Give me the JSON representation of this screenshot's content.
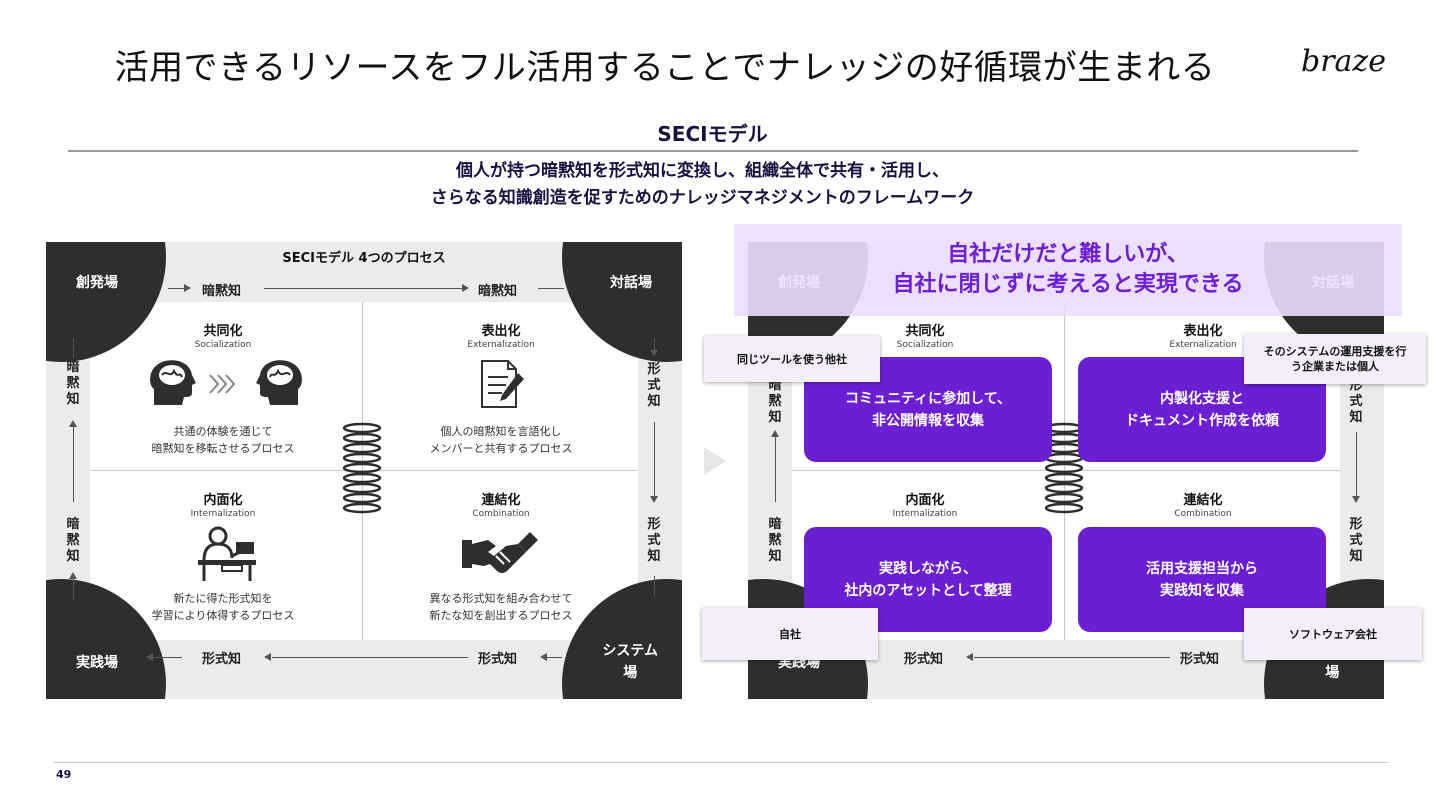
{
  "slide": {
    "title": "活用できるリソースをフル活用することでナレッジの好循環が生まれる",
    "logo": "braze",
    "heading": "SECIモデル",
    "subtitle_line1": "個人が持つ暗黙知を形式知に変換し、組織全体で共有・活用し、",
    "subtitle_line2": "さらなる知識創造を促すためのナレッジマネジメントのフレームワーク",
    "page_number": "49"
  },
  "diagram": {
    "title": "SECIモデル 4つのプロセス",
    "corners": {
      "top_left": "創発場",
      "top_right": "対話場",
      "bottom_left": "実践場",
      "bottom_right_line1": "システム",
      "bottom_right_line2": "場"
    },
    "flow": {
      "tacit": "暗黙知",
      "explicit": "形式知"
    },
    "quadrants": {
      "socialization": {
        "title": "共同化",
        "en": "Socialization",
        "desc1": "共通の体験を通じて",
        "desc2": "暗黙知を移転させるプロセス"
      },
      "externalization": {
        "title": "表出化",
        "en": "Externalization",
        "desc1": "個人の暗黙知を言語化し",
        "desc2": "メンバーと共有するプロセス"
      },
      "internalization": {
        "title": "内面化",
        "en": "Internalization",
        "desc1": "新たに得た形式知を",
        "desc2": "学習により体得するプロセス"
      },
      "combination": {
        "title": "連結化",
        "en": "Combination",
        "desc1": "異なる形式知を組み合わせて",
        "desc2": "新たな知を創出するプロセス"
      }
    }
  },
  "right_panel": {
    "headline1": "自社だけだと難しいが、",
    "headline2": "自社に閉じずに考えると実現できる",
    "boxes": {
      "socialization1": "コミュニティに参加して、",
      "socialization2": "非公開情報を収集",
      "externalization1": "内製化支援と",
      "externalization2": "ドキュメント作成を依頼",
      "internalization1": "実践しながら、",
      "internalization2": "社内のアセットとして整理",
      "combination1": "活用支援担当から",
      "combination2": "実践知を収集"
    },
    "callouts": {
      "other_companies": "同じツールを使う他社",
      "support_line1": "そのシステムの運用支援を行",
      "support_line2": "う企業または個人",
      "own_company": "自社",
      "software_company": "ソフトウェア会社"
    }
  },
  "colors": {
    "accent_purple": "#6b1fd2",
    "dark": "#2e2e2e",
    "navy": "#1a1040"
  }
}
